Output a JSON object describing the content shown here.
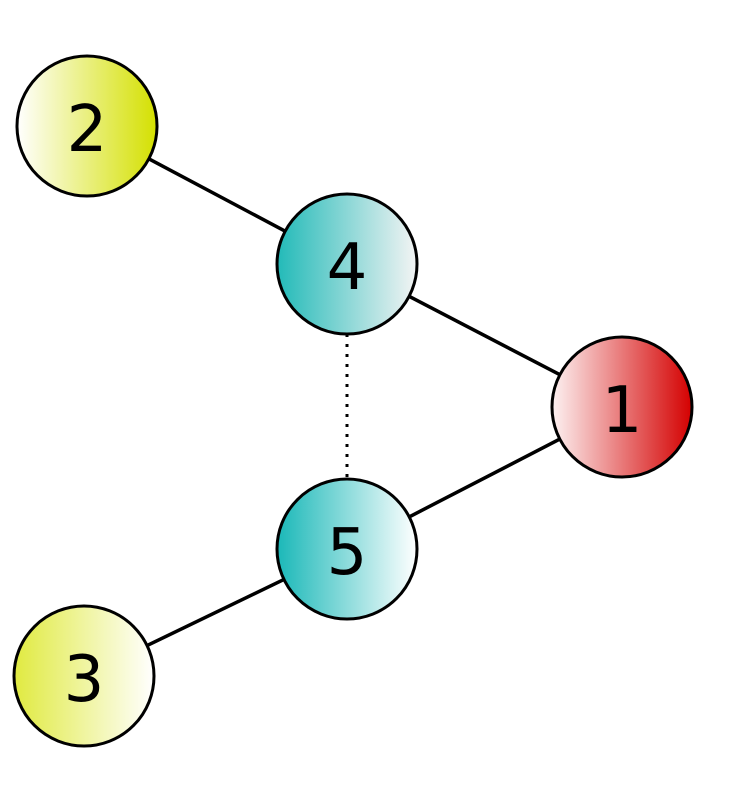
{
  "nodes": [
    {
      "id": "1",
      "label": "1",
      "gradient": [
        "#fdf2f2",
        "#d40000"
      ]
    },
    {
      "id": "2",
      "label": "2",
      "gradient": [
        "#ffffff",
        "#d4e000"
      ]
    },
    {
      "id": "3",
      "label": "3",
      "gradient": [
        "#e0ea40",
        "#ffffff"
      ]
    },
    {
      "id": "4",
      "label": "4",
      "gradient": [
        "#22bab8",
        "#f4f4f4"
      ]
    },
    {
      "id": "5",
      "label": "5",
      "gradient": [
        "#1ab8b8",
        "#ffffff"
      ]
    }
  ],
  "edges": [
    {
      "from": "2",
      "to": "4",
      "style": "solid"
    },
    {
      "from": "4",
      "to": "1",
      "style": "solid"
    },
    {
      "from": "1",
      "to": "5",
      "style": "solid"
    },
    {
      "from": "5",
      "to": "3",
      "style": "solid"
    },
    {
      "from": "4",
      "to": "5",
      "style": "dotted"
    }
  ]
}
